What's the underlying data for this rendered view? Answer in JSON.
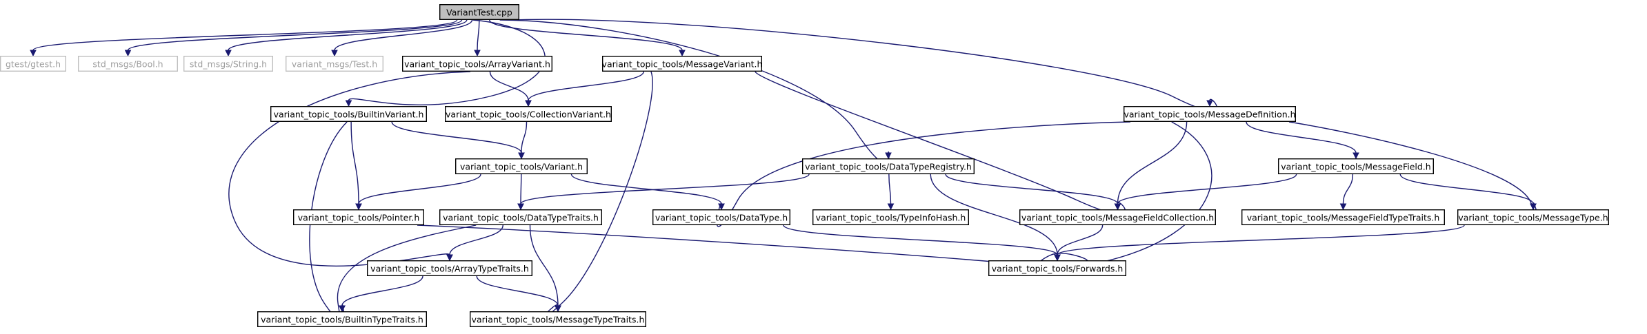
{
  "nodes": {
    "variant_test": "VariantTest.cpp",
    "gtest": "gtest/gtest.h",
    "bool": "std_msgs/Bool.h",
    "string": "std_msgs/String.h",
    "test": "variant_msgs/Test.h",
    "array_variant": "variant_topic_tools/ArrayVariant.h",
    "message_variant": "variant_topic_tools/MessageVariant.h",
    "builtin_variant": "variant_topic_tools/BuiltinVariant.h",
    "collection_variant": "variant_topic_tools/CollectionVariant.h",
    "message_definition": "variant_topic_tools/MessageDefinition.h",
    "variant": "variant_topic_tools/Variant.h",
    "data_type_registry": "variant_topic_tools/DataTypeRegistry.h",
    "message_field": "variant_topic_tools/MessageField.h",
    "pointer": "variant_topic_tools/Pointer.h",
    "data_type_traits": "variant_topic_tools/DataTypeTraits.h",
    "data_type": "variant_topic_tools/DataType.h",
    "type_info_hash": "variant_topic_tools/TypeInfoHash.h",
    "message_field_collection": "variant_topic_tools/MessageFieldCollection.h",
    "message_field_type_traits": "variant_topic_tools/MessageFieldTypeTraits.h",
    "message_type": "variant_topic_tools/MessageType.h",
    "array_type_traits": "variant_topic_tools/ArrayTypeTraits.h",
    "forwards": "variant_topic_tools/Forwards.h",
    "builtin_type_traits": "variant_topic_tools/BuiltinTypeTraits.h",
    "message_type_traits": "variant_topic_tools/MessageTypeTraits.h"
  },
  "colors": {
    "edge": "#191970",
    "root_fill": "#bfbfbf",
    "external_border": "#bfbfbf",
    "external_text": "#9e9e9e",
    "border": "#000000"
  }
}
